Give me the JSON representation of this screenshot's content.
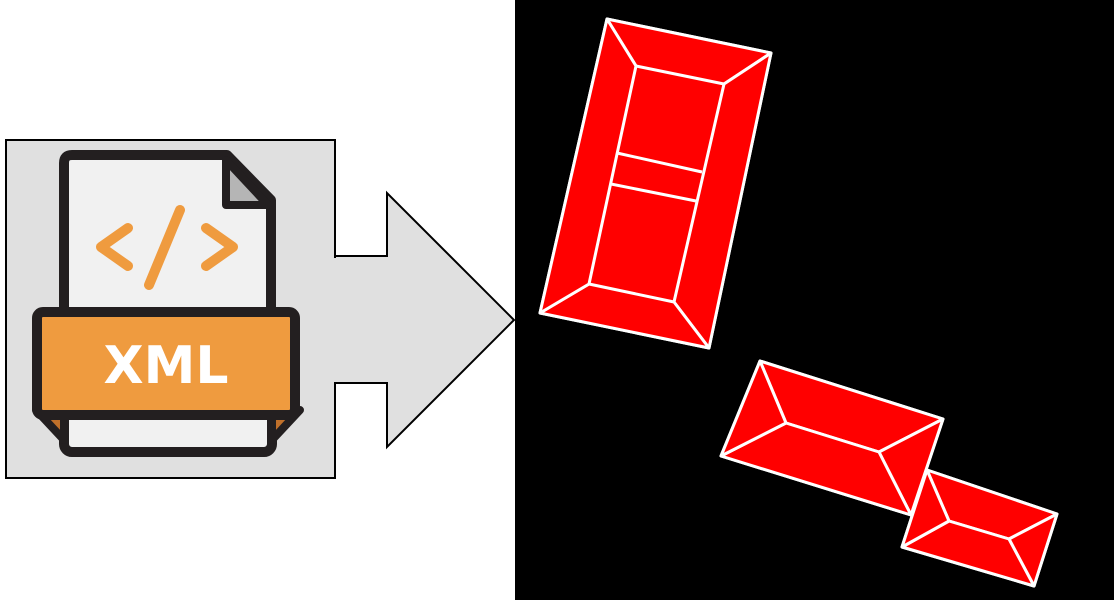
{
  "diagram": {
    "type": "conversion-flow",
    "source": {
      "icon": "xml-file-icon",
      "label": "XML",
      "code_glyph": "</>",
      "colors": {
        "panel_bg": "#e0e0e0",
        "page_bg": "#f1f1f1",
        "accent": "#ef9b3f",
        "outline": "#231f20",
        "label_text": "#ffffff"
      }
    },
    "arrow": {
      "icon": "right-arrow-icon",
      "fill": "#e0e0e0",
      "stroke": "#000000"
    },
    "target": {
      "background": "#000000",
      "shape_fill": "#ff0000",
      "shape_stroke": "#ffffff",
      "shapes": [
        {
          "name": "large-building-footprint",
          "roof": "hip-with-ridge-split"
        },
        {
          "name": "medium-building-footprint",
          "roof": "hip"
        },
        {
          "name": "small-building-footprint",
          "roof": "hip"
        }
      ]
    }
  }
}
